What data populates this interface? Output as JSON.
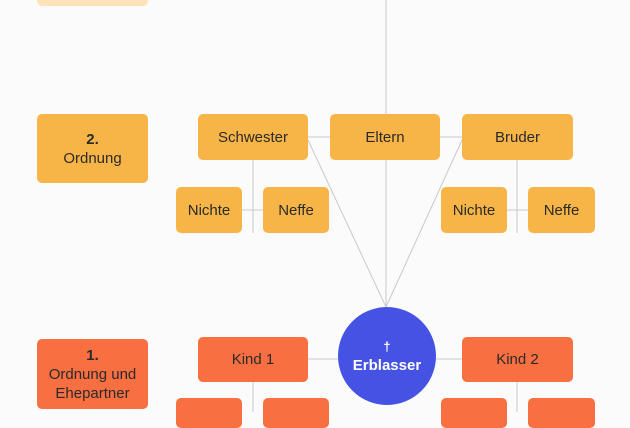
{
  "order3_box": {
    "label": ""
  },
  "order2": {
    "number": "2.",
    "label": "Ordnung"
  },
  "order1": {
    "number": "1.",
    "label": "Ordnung und",
    "label2": "Ehepartner"
  },
  "parents": {
    "label": "Eltern"
  },
  "sister": {
    "label": "Schwester"
  },
  "brother": {
    "label": "Bruder"
  },
  "sister_children": [
    {
      "label": "Nichte"
    },
    {
      "label": "Neffe"
    }
  ],
  "brother_children": [
    {
      "label": "Nichte"
    },
    {
      "label": "Neffe"
    }
  ],
  "deceased": {
    "symbol": "†",
    "label": "Erblasser"
  },
  "child1": {
    "label": "Kind 1"
  },
  "child2": {
    "label": "Kind 2"
  },
  "colors": {
    "order2": "#f8b547",
    "order1": "#f86f42",
    "deceased": "#4552e3",
    "order3": "#fde3b8"
  }
}
